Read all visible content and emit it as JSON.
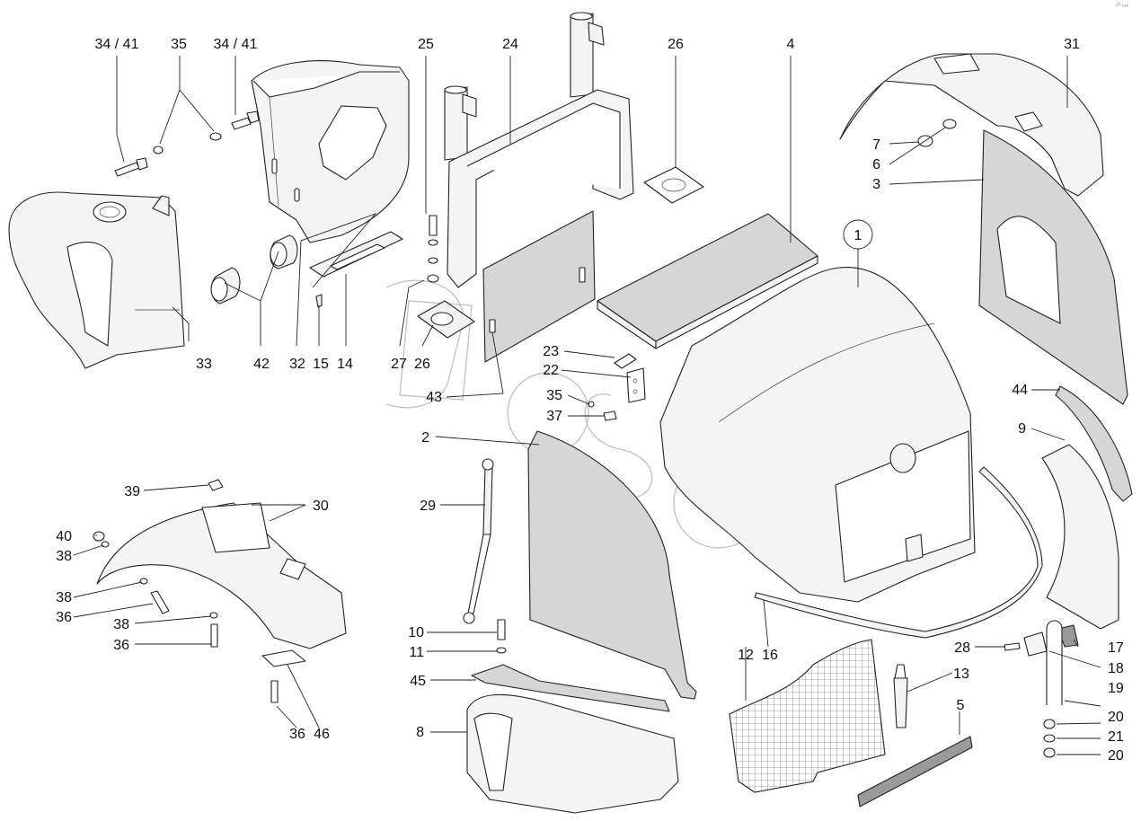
{
  "corner_code": "₂ᴰ·₉₈₉",
  "callouts": {
    "c1": "1",
    "c2": "2",
    "c3": "3",
    "c4": "4",
    "c5": "5",
    "c6": "6",
    "c7": "7",
    "c8": "8",
    "c9": "9",
    "c10": "10",
    "c11": "11",
    "c12": "12",
    "c13": "13",
    "c14": "14",
    "c15": "15",
    "c16": "16",
    "c17": "17",
    "c18": "18",
    "c19": "19",
    "c20a": "20",
    "c20b": "20",
    "c21": "21",
    "c22": "22",
    "c23": "23",
    "c24": "24",
    "c25": "25",
    "c26a": "26",
    "c26b": "26",
    "c27": "27",
    "c28": "28",
    "c29": "29",
    "c30": "30",
    "c31": "31",
    "c32": "32",
    "c33": "33",
    "c34a": "34 / 41",
    "c34b": "34 / 41",
    "c35a": "35",
    "c35b": "35",
    "c36a": "36",
    "c36b": "36",
    "c36c": "36",
    "c37": "37",
    "c38a": "38",
    "c38b": "38",
    "c38c": "38",
    "c39": "39",
    "c40": "40",
    "c42": "42",
    "c43": "43",
    "c44": "44",
    "c45": "45",
    "c46": "46"
  }
}
